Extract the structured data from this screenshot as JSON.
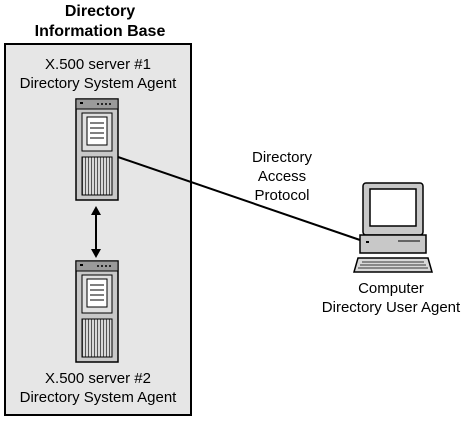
{
  "dib": {
    "title_line1": "Directory",
    "title_line2": "Information Base"
  },
  "server1": {
    "line1": "X.500 server #1",
    "line2": "Directory System Agent"
  },
  "server2": {
    "line1": "X.500 server #2",
    "line2": "Directory System Agent"
  },
  "protocol": {
    "line1": "Directory",
    "line2": "Access",
    "line3": "Protocol"
  },
  "computer": {
    "line1": "Computer",
    "line2": "Directory User Agent"
  },
  "icons": {
    "server": "server-tower-icon",
    "computer": "desktop-computer-icon"
  },
  "colors": {
    "box_fill": "#e6e6e6",
    "stroke": "#000000"
  }
}
